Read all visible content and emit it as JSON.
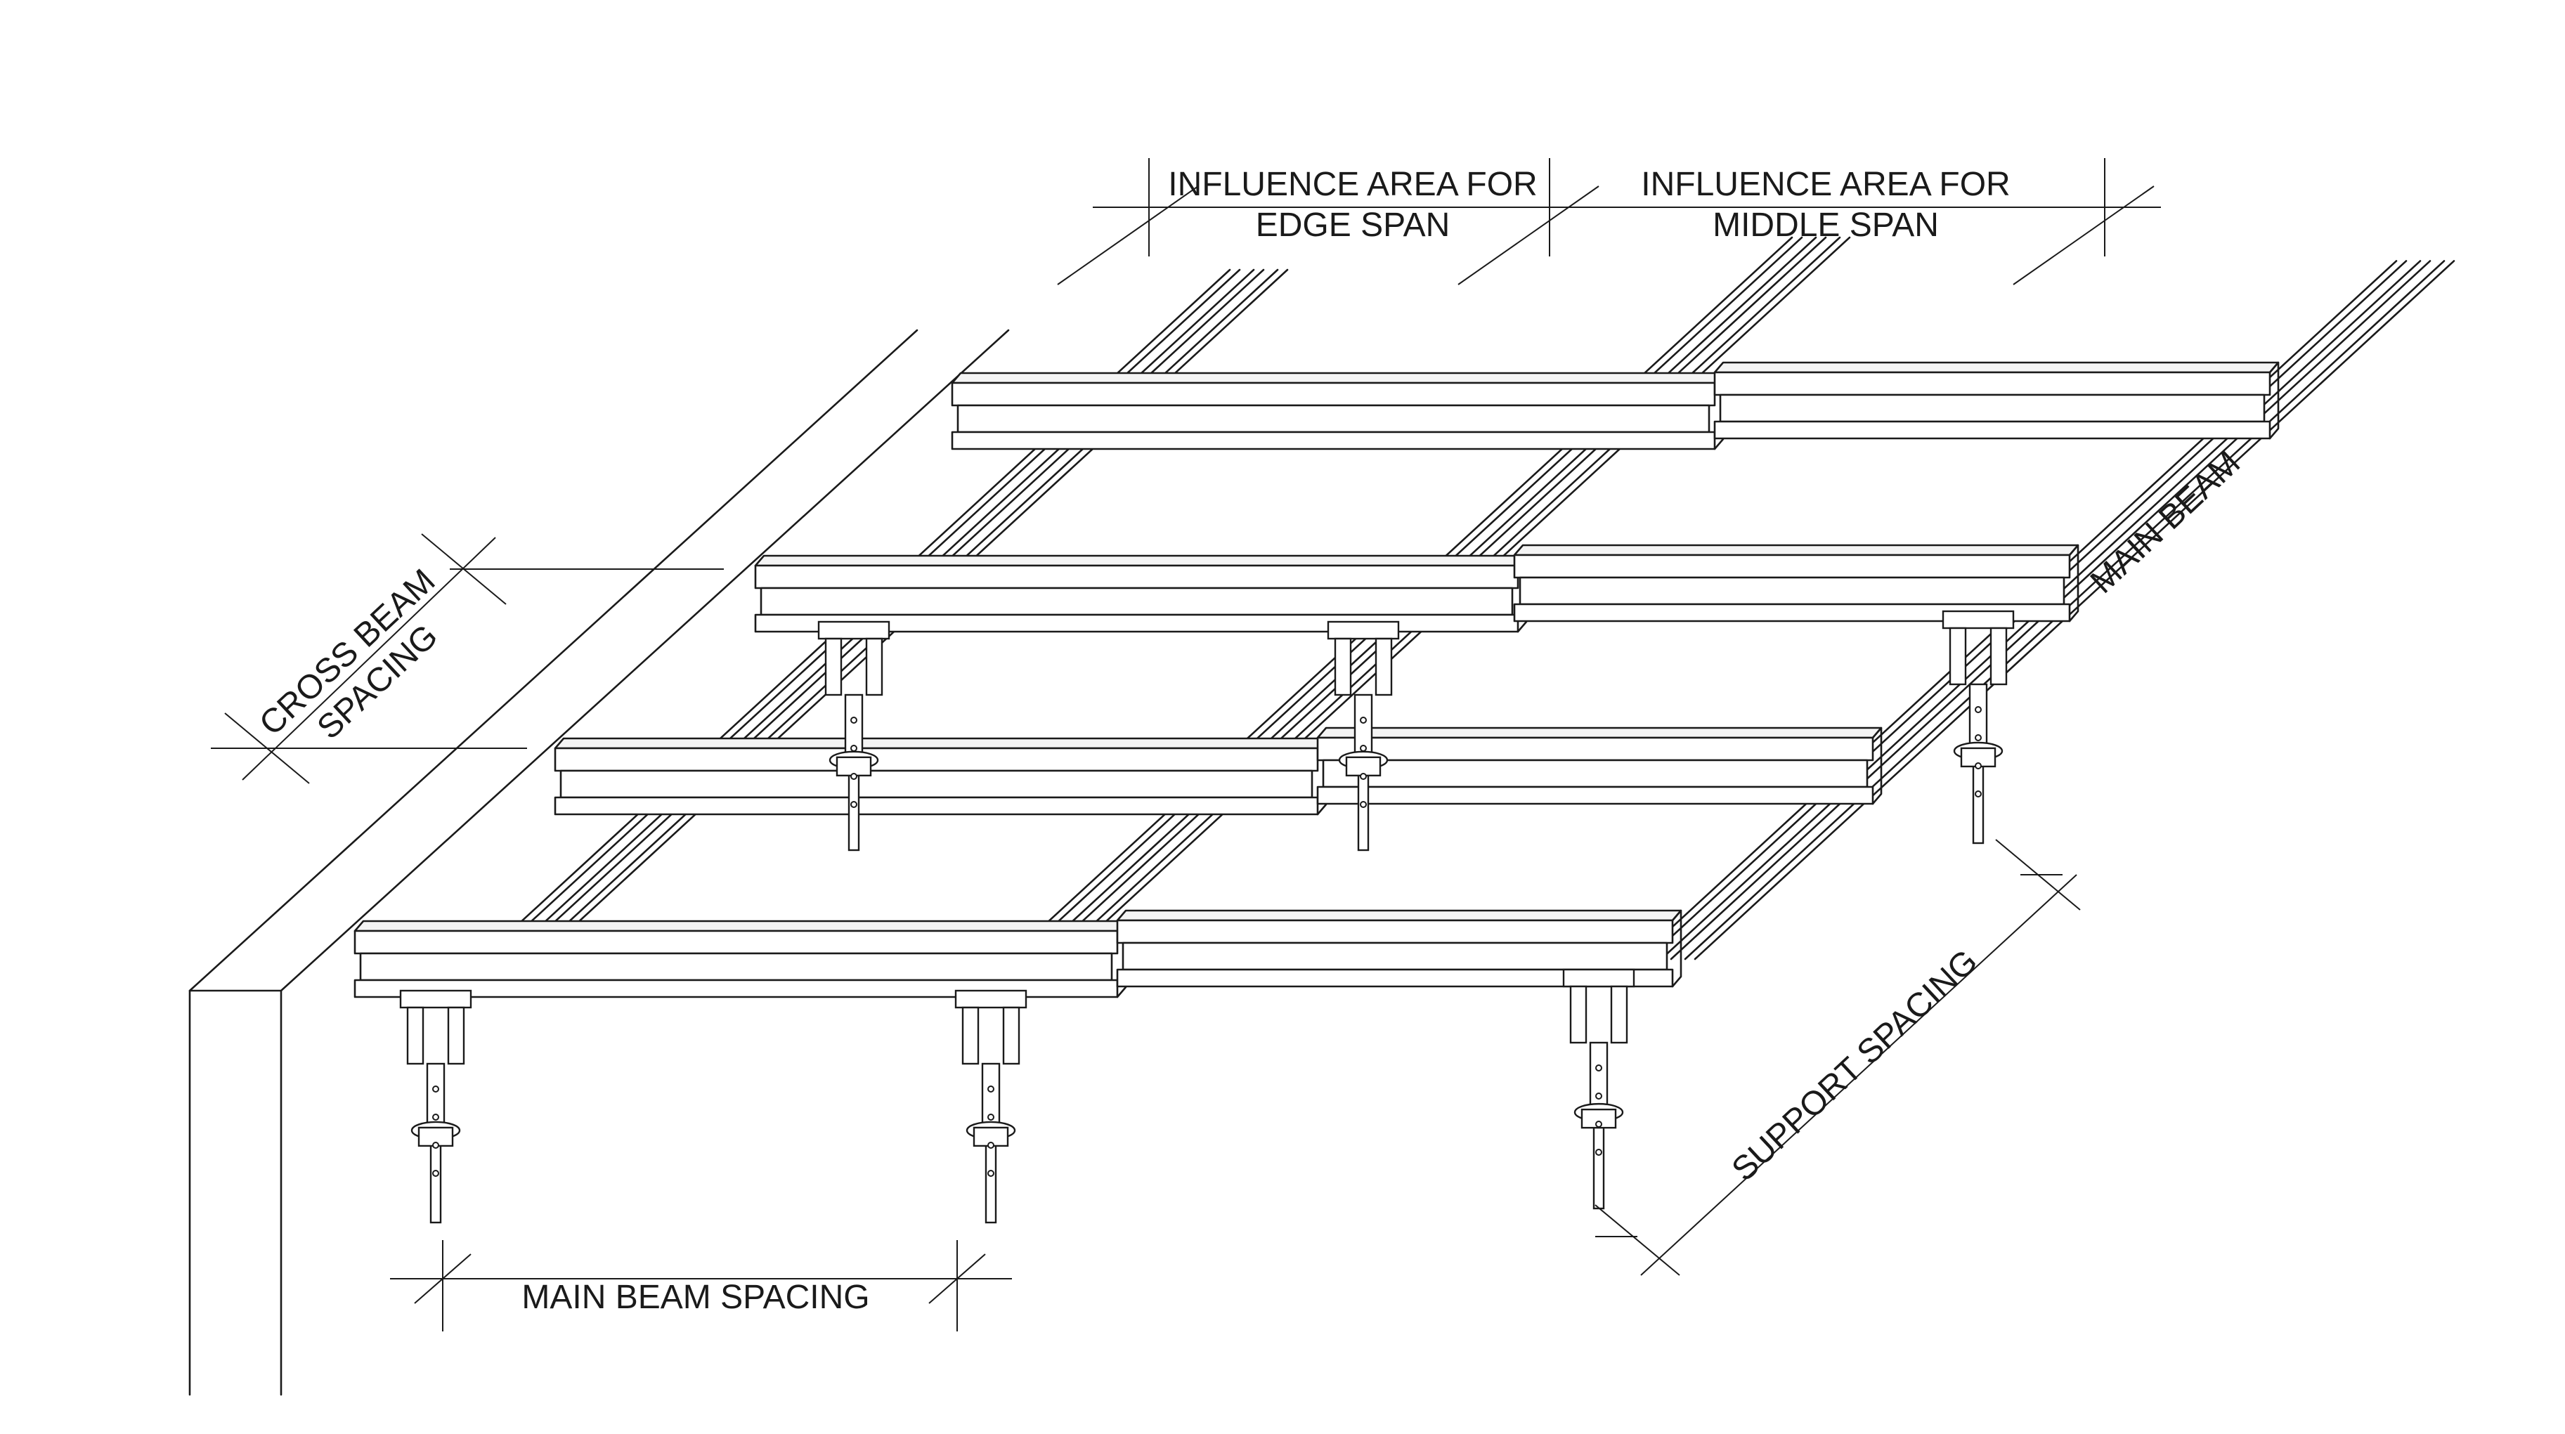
{
  "labels": {
    "influence_edge": [
      "INFLUENCE AREA FOR",
      "EDGE SPAN"
    ],
    "influence_middle": [
      "INFLUENCE AREA FOR",
      "MIDDLE SPAN"
    ],
    "cross_beam_spacing": [
      "CROSS BEAM",
      "SPACING"
    ],
    "main_beam": "MAIN BEAM",
    "support_spacing": "SUPPORT SPACING",
    "main_beam_spacing": "MAIN BEAM SPACING"
  }
}
